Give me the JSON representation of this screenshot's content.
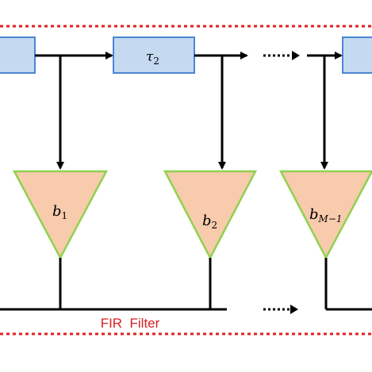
{
  "diagram": {
    "delay_label_base": "τ",
    "delay_label_sub": "2",
    "tap1_base": "b",
    "tap1_sub": "1",
    "tap2_base": "b",
    "tap2_sub": "2",
    "tap3_base": "b",
    "tap3_sub": "M−1",
    "caption": "FIR  Filter"
  },
  "colors": {
    "box_fill": "#c5d9f1",
    "box_stroke": "#4a86d4",
    "triangle_fill": "#f8cbad",
    "triangle_stroke": "#8fd14f",
    "dashed_border": "#e02020",
    "caption_text": "#d42020",
    "lines": "#000000"
  }
}
